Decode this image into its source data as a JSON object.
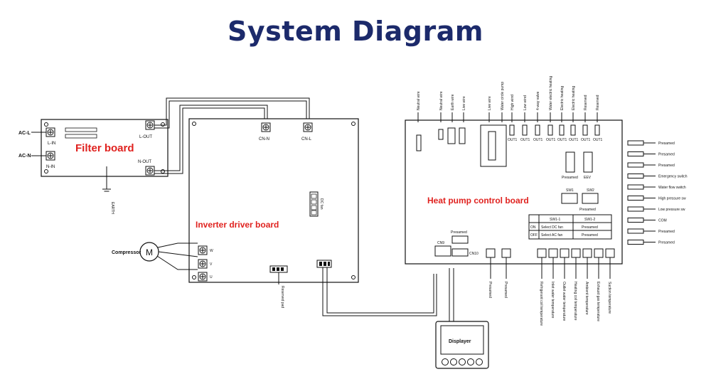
{
  "title": "System Diagram",
  "filter_board": {
    "label": "Filter board",
    "ac_l": "AC-L",
    "ac_n": "AC-N",
    "l_in": "L-IN",
    "n_in": "N-IN",
    "l_out": "L-OUT",
    "n_out": "N-OUT",
    "earth": "EARTH"
  },
  "inverter_board": {
    "label": "Inverter driver board",
    "cn_n": "CN-N",
    "cn_l": "CN-L",
    "w": "W",
    "v": "V",
    "u": "U",
    "dc_fan": "DC fan",
    "reserved_pad": "Reserved pad"
  },
  "compressor": {
    "label": "Compressor",
    "motor": "M"
  },
  "displayer": {
    "label": "Displayer"
  },
  "control_board": {
    "label": "Heat pump control board",
    "cn9": "CN9",
    "cn10": "CN10",
    "presamed": "Presamed",
    "terminals": [
      "OUT1",
      "OUT1",
      "OUT1",
      "OUT1",
      "OUT1",
      "OUT1",
      "OUT1",
      "OUT1"
    ],
    "top_labels": [
      "Neutral wire",
      "Neutral wire",
      "Earth wire",
      "Live wire",
      "Live wire",
      "Water circle pump",
      "High wind",
      "Low wind",
      "4-way valve",
      "Water electric heating",
      "Electric heating",
      "Electric heating",
      "Reserved",
      "Reserved"
    ],
    "right_labels": [
      "Presamed",
      "Presamed",
      "Presamed",
      "Emergency switch",
      "Water flow switch",
      "High pressure sw",
      "Low pressure sw",
      "COM",
      "Presamed",
      "Presamed"
    ],
    "bottom_labels": [
      "Presamed",
      "Presamed",
      "Refrigerant coil temperature",
      "Inlet water temperature",
      "Outlet water temperature",
      "Heating coil temperature",
      "Ambient temperature",
      "Exhaust gas temperature",
      "Suction temperature"
    ],
    "sw1": "SW1",
    "sw2": "SW2",
    "sw_presamed": "Presamed",
    "eev": "EEV",
    "eev_presamed": "Presamed",
    "table": {
      "headers": [
        "",
        "SW1-1",
        "SW1-2"
      ],
      "rows": [
        [
          "ON",
          "Select DC fan",
          "Presamed"
        ],
        [
          "OFF",
          "Select AC fan",
          "Presamed"
        ]
      ]
    }
  }
}
